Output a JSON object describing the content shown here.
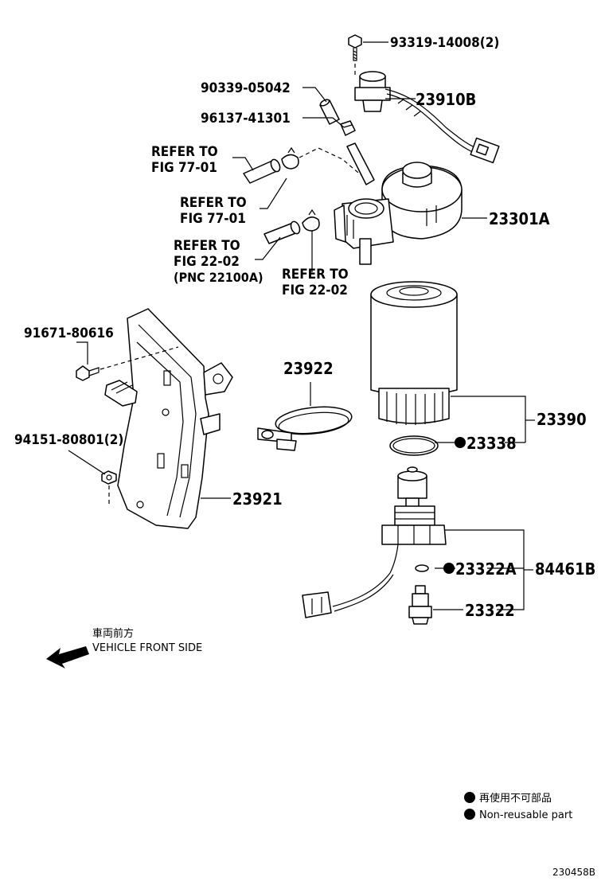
{
  "labels": {
    "p93319": "93319-14008(2)",
    "p23910B": "23910B",
    "p90339": "90339-05042",
    "p96137": "96137-41301",
    "refer77a_1": "REFER TO",
    "refer77a_2": "FIG 77-01",
    "refer77b_1": "REFER TO",
    "refer77b_2": "FIG 77-01",
    "p23301A": "23301A",
    "refer22a_1": "REFER TO",
    "refer22a_2": "FIG 22-02",
    "refer22a_3": "(PNC 22100A)",
    "refer22b_1": "REFER TO",
    "refer22b_2": "FIG 22-02",
    "p91671": "91671-80616",
    "p23922": "23922",
    "p23390": "23390",
    "p23338": "23338",
    "p94151": "94151-80801(2)",
    "p23921": "23921",
    "p23322A": "23322A",
    "p84461B": "84461B",
    "p23322": "23322"
  },
  "direction": {
    "jp": "車両前方",
    "en": "VEHICLE FRONT SIDE"
  },
  "legend": {
    "jp": "再使用不可部品",
    "en": "Non-reusable part"
  },
  "figure_code": "230458B"
}
